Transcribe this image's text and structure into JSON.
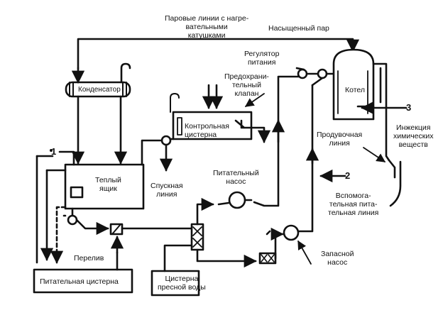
{
  "labels": {
    "steam_lines": "Паровые линии с нагре-\nвательными\nкатушками",
    "saturated_steam": "Насыщенный пар",
    "feed_regulator": "Регулятор\nпитания",
    "safety_valve": "Предохрани-\nтельный\nклапан",
    "condenser": "Конденсатор",
    "boiler": "Котел",
    "control_tank": "Контрольная\nцистерна",
    "blowdown_line": "Продувочная\nлиния",
    "chemical_injection": "Инжекция\nхимических\nвеществ",
    "hot_well": "Теплый\nящик",
    "drain_line": "Спускная\nлиния",
    "feed_pump": "Питательный\nнасос",
    "aux_feed_line": "Вспомога-\nтельная пита-\nтельная линия",
    "overflow": "Перелив",
    "feed_tank": "Питательная цистерна",
    "fresh_water_tank": "Цистерна\nпресной воды",
    "standby_pump": "Запасной\nнасос"
  },
  "markers": {
    "m1": "1",
    "m2": "2",
    "m3": "3"
  }
}
